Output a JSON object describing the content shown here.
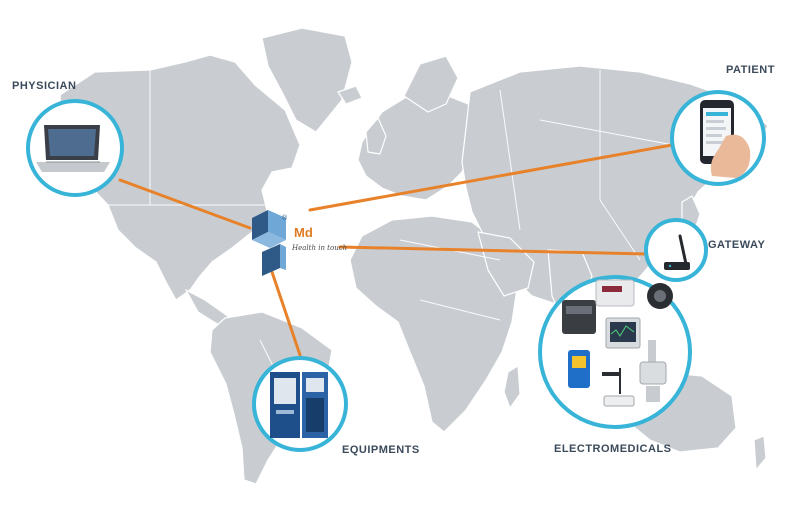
{
  "labels": {
    "physician": "PHYSICIAN",
    "patient": "PATIENT",
    "gateway": "GATEWAY",
    "equipments": "EQUIPMENTS",
    "electromedicals": "ELECTROMEDICALS"
  },
  "logo": {
    "text": "Md",
    "tagline": "Health in touch",
    "registered": "®"
  },
  "colors": {
    "map_land": "#c9cdd2",
    "map_border": "#ffffff",
    "circle_stroke": "#37b4d8",
    "connector": "#e8822a",
    "logo_dark": "#2f5a88",
    "logo_light": "#6fa8d6",
    "logo_text": "#e07b24"
  },
  "nodes": [
    {
      "id": "physician",
      "icon": "laptop-icon"
    },
    {
      "id": "patient",
      "icon": "smartphone-icon"
    },
    {
      "id": "gateway",
      "icon": "router-antenna-icon"
    },
    {
      "id": "equipments",
      "icon": "medical-cabinet-icon"
    },
    {
      "id": "electromedicals",
      "icon": "medical-devices-icon"
    }
  ]
}
